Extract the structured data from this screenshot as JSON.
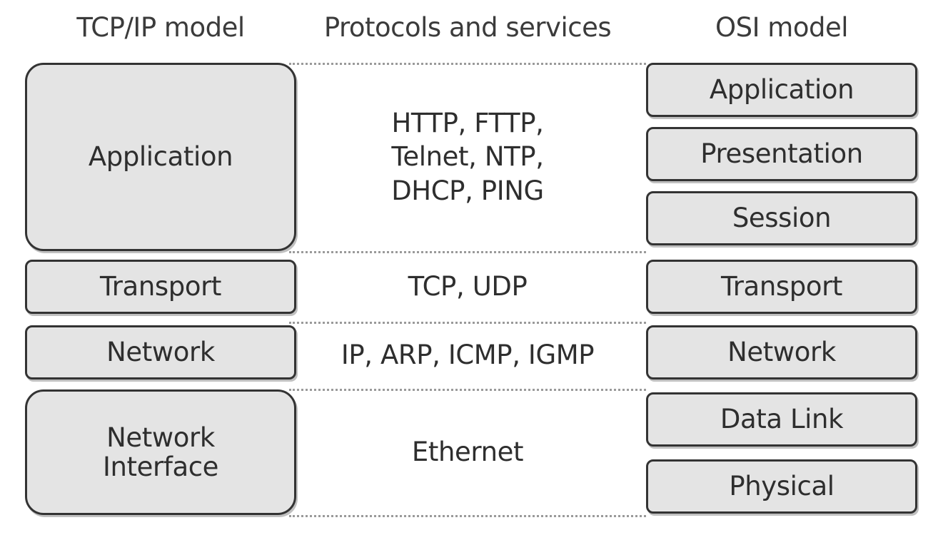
{
  "headers": {
    "tcpip": "TCP/IP model",
    "protocols": "Protocols and services",
    "osi": "OSI model"
  },
  "tcpip_layers": [
    {
      "label": "Application"
    },
    {
      "label": "Transport"
    },
    {
      "label": "Network"
    },
    {
      "label": "Network\nInterface"
    }
  ],
  "protocol_rows": [
    {
      "label": "HTTP, FTTP,\nTelnet, NTP,\nDHCP, PING"
    },
    {
      "label": "TCP, UDP"
    },
    {
      "label": "IP, ARP, ICMP, IGMP"
    },
    {
      "label": "Ethernet"
    }
  ],
  "osi_layers": [
    {
      "label": "Application"
    },
    {
      "label": "Presentation"
    },
    {
      "label": "Session"
    },
    {
      "label": "Transport"
    },
    {
      "label": "Network"
    },
    {
      "label": "Data Link"
    },
    {
      "label": "Physical"
    }
  ],
  "colors": {
    "box_fill": "#e4e4e4",
    "box_border": "#333333",
    "text": "#2e2e2e",
    "divider": "#9a9a9a",
    "background": "#ffffff"
  }
}
